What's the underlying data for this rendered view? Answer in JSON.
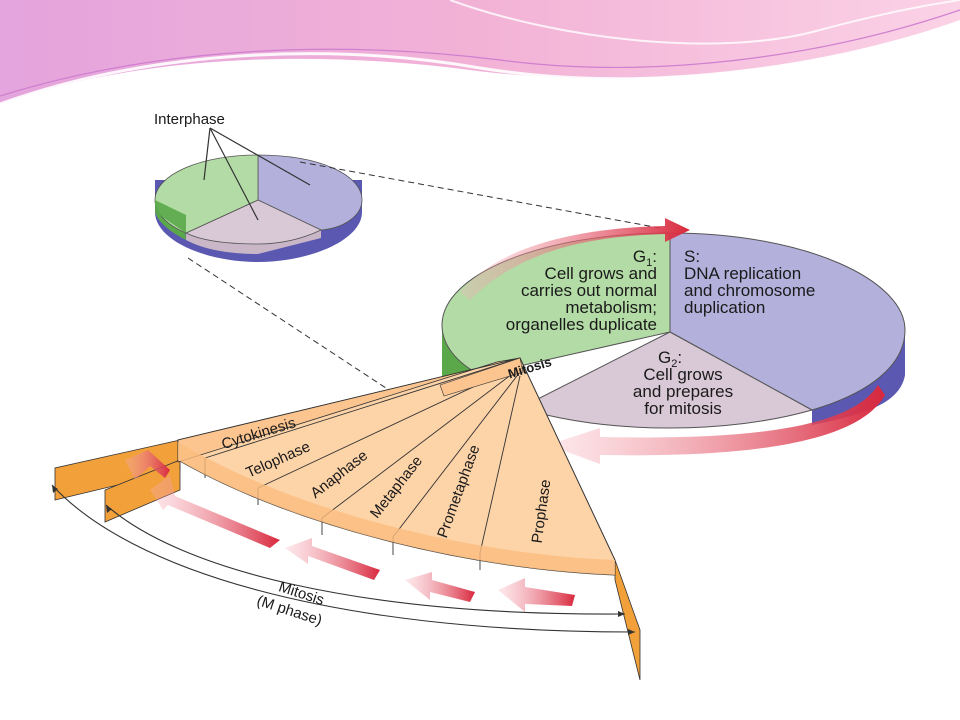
{
  "interphase_label": "Interphase",
  "g1": {
    "heading": "G",
    "sub": "1",
    "heading_suffix": ":",
    "lines": [
      "Cell grows and",
      "carries out normal",
      "metabolism;",
      "organelles duplicate"
    ]
  },
  "s": {
    "heading": "S:",
    "lines": [
      "DNA replication",
      "and chromosome",
      "duplication"
    ]
  },
  "g2": {
    "heading": "G",
    "sub": "2",
    "heading_suffix": ":",
    "lines": [
      "Cell grows",
      "and prepares",
      "for mitosis"
    ]
  },
  "mitosis_band": "Mitosis",
  "phases": [
    "Cytokinesis",
    "Telophase",
    "Anaphase",
    "Metaphase",
    "Prometaphase",
    "Prophase"
  ],
  "bracket": {
    "line1": "Mitosis",
    "line2": "(M phase)"
  },
  "colors": {
    "g1": "#b3dba5",
    "g1_side": "#5aa84a",
    "s": "#b3b0dc",
    "s_side": "#5a58b0",
    "g2": "#d9c8d6",
    "fan": "#fdd3a8",
    "fan_edge": "#f2a03a",
    "arrow": "#e05060"
  }
}
